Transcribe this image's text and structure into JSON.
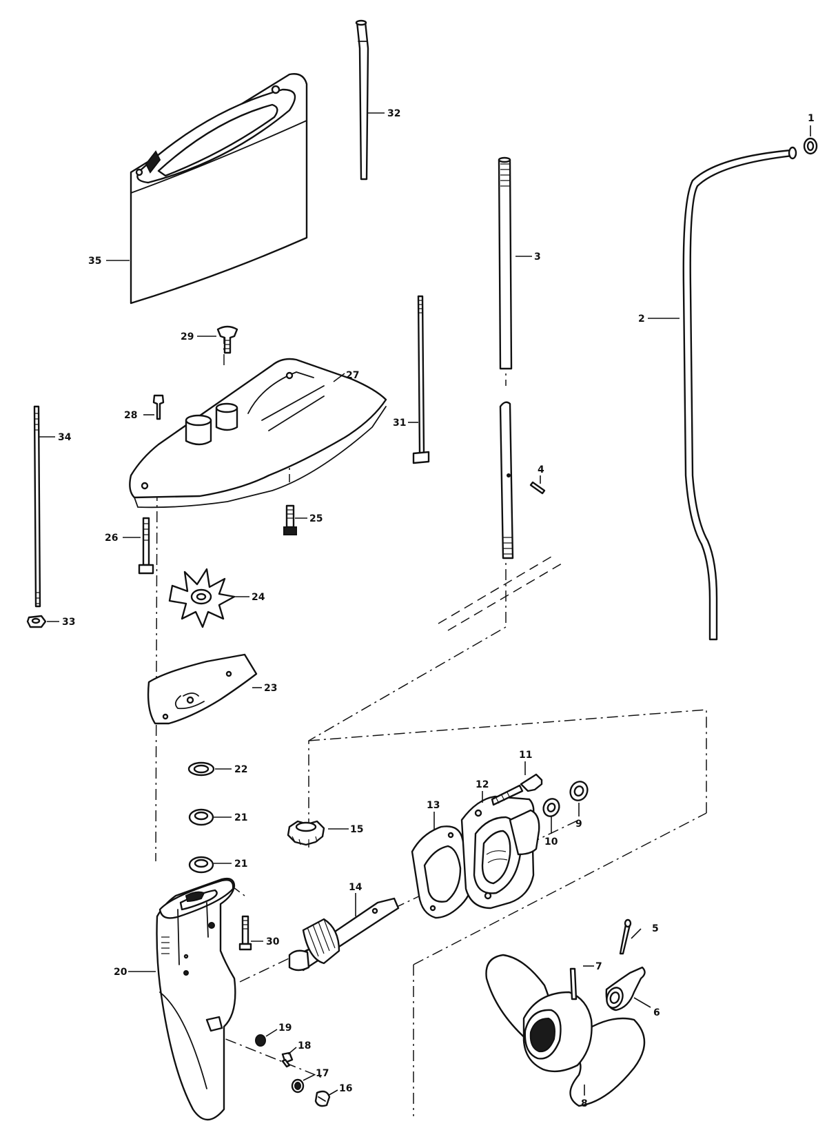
{
  "diagram": {
    "labels": {
      "p1": "1",
      "p2": "2",
      "p3": "3",
      "p4": "4",
      "p5": "5",
      "p6": "6",
      "p7": "7",
      "p8": "8",
      "p9": "9",
      "p10": "10",
      "p11": "11",
      "p12": "12",
      "p13": "13",
      "p14": "14",
      "p15": "15",
      "p16": "16",
      "p17": "17",
      "p18": "18",
      "p19": "19",
      "p20": "20",
      "p21a": "21",
      "p21b": "21",
      "p22": "22",
      "p23": "23",
      "p24": "24",
      "p25": "25",
      "p26": "26",
      "p27": "27",
      "p28": "28",
      "p29": "29",
      "p30": "30",
      "p31": "31",
      "p32": "32",
      "p33": "33",
      "p34": "34",
      "p35": "35"
    }
  }
}
